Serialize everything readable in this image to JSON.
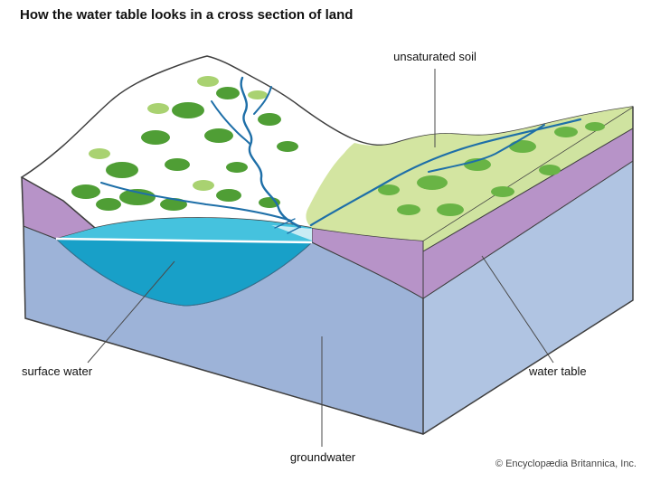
{
  "title": "How the water table looks in a cross section of land",
  "labels": {
    "unsaturated_soil": "unsaturated soil",
    "surface_water": "surface water",
    "groundwater": "groundwater",
    "water_table": "water table"
  },
  "credit": "© Encyclopædia Britannica, Inc.",
  "colors": {
    "terrain_green": "#76bc4d",
    "terrain_pale": "#d3e5a1",
    "bush_dark": "#4f9e35",
    "bush_mid": "#69b445",
    "bush_light": "#a9d271",
    "stream_blue": "#1e6fa8",
    "lake_surface": "#45c2de",
    "lake_deep": "#18a0c8",
    "lake_wedge": "#c8ecf4",
    "shoreline_white": "#ffffff",
    "water_table_band": "#b793c8",
    "groundwater_front": "#9db3d8",
    "groundwater_side": "#b0c4e2",
    "soil_strip": "#cfe3a0"
  }
}
